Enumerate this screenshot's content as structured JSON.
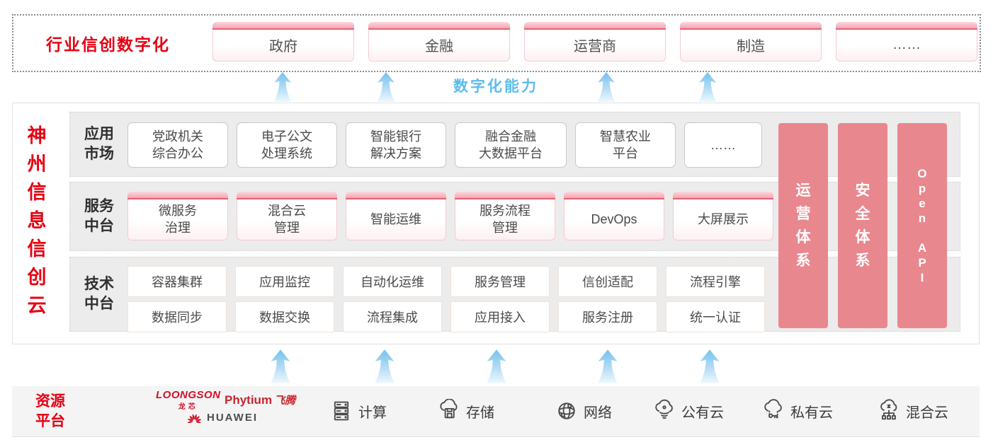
{
  "colors": {
    "accent_red": "#e60012",
    "pillar_pink": "#e9878e",
    "capability_blue": "#5bbdee"
  },
  "top": {
    "title": "行业信创数字化",
    "industries": [
      "政府",
      "金融",
      "运营商",
      "制造",
      "……"
    ]
  },
  "capability": {
    "label": "数字化能力"
  },
  "main": {
    "vertical_title": "神州信息信创云",
    "rows": [
      {
        "label": "应用市场",
        "items": [
          [
            "党政机关",
            "综合办公"
          ],
          [
            "电子公文",
            "处理系统"
          ],
          [
            "智能银行",
            "解决方案"
          ],
          [
            "融合金融",
            "大数据平台"
          ],
          [
            "智慧农业",
            "平台"
          ],
          [
            "……"
          ]
        ]
      },
      {
        "label": "服务中台",
        "items": [
          [
            "微服务",
            "治理"
          ],
          [
            "混合云",
            "管理"
          ],
          [
            "智能运维"
          ],
          [
            "服务流程",
            "管理"
          ],
          [
            "DevOps"
          ],
          [
            "大屏展示"
          ]
        ]
      },
      {
        "label": "技术中台",
        "items_top": [
          "容器集群",
          "应用监控",
          "自动化运维",
          "服务管理",
          "信创适配",
          "流程引擎"
        ],
        "items_bottom": [
          "数据同步",
          "数据交换",
          "流程集成",
          "应用接入",
          "服务注册",
          "统一认证"
        ]
      }
    ],
    "pillars": [
      "运营体系",
      "安全体系",
      "Open API"
    ]
  },
  "bottom": {
    "title": "资源平台",
    "logos": {
      "loongson": {
        "name": "LOONGSON",
        "sub": "龙芯"
      },
      "phytium": {
        "name": "Phytium",
        "sub": "飞腾"
      },
      "huawei": {
        "name": "HUAWEI"
      }
    },
    "resources": [
      {
        "icon": "compute-icon",
        "label": "计算"
      },
      {
        "icon": "storage-icon",
        "label": "存储"
      },
      {
        "icon": "network-icon",
        "label": "网络"
      },
      {
        "icon": "public-cloud-icon",
        "label": "公有云"
      },
      {
        "icon": "private-cloud-icon",
        "label": "私有云"
      },
      {
        "icon": "hybrid-cloud-icon",
        "label": "混合云"
      }
    ]
  }
}
